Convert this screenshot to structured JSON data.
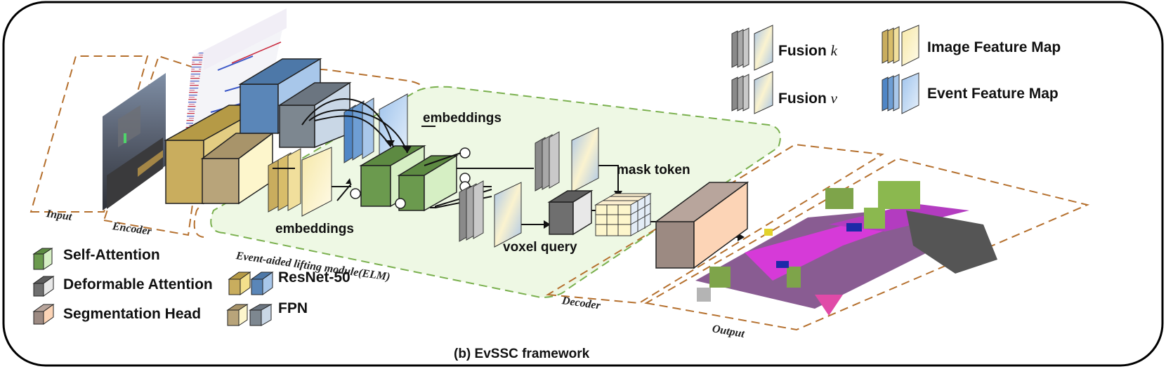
{
  "caption": "(b) EvSSC framework",
  "stages": {
    "input": "Input",
    "encoder": "Encoder",
    "elm": "Event-aided lifting module(ELM)",
    "decoder": "Decoder",
    "output": "Output"
  },
  "labels": {
    "embeddings_top": "embeddings",
    "embeddings_bottom": "embeddings",
    "mask_token": "mask token",
    "voxel_query": "voxel query"
  },
  "legend_top": {
    "fusion_k_prefix": "Fusion",
    "fusion_k_var": "k",
    "fusion_v_prefix": "Fusion",
    "fusion_v_var": "v",
    "image_feature_map": "Image Feature Map",
    "event_feature_map": "Event Feature Map"
  },
  "legend_bottom": {
    "self_attention": "Self-Attention",
    "deformable_attention": "Deformable Attention",
    "segmentation_head": "Segmentation Head",
    "resnet": "ResNet-50",
    "fpn": "FPN"
  },
  "colors": {
    "image_gold": "#c9ad5e",
    "image_light": "#fdf6cc",
    "event_blue": "#4f86c6",
    "event_light": "#c3daf3",
    "self_attn_green": "#6b9a4e",
    "self_attn_light": "#d6efc4",
    "deform_gray": "#8a8a8a",
    "seg_brown": "#9c8a82",
    "seg_peach": "#fcd4b6",
    "elm_fill": "#eef8e4",
    "elm_dash": "#7ab04e",
    "stage_dash": "#b5702e"
  }
}
